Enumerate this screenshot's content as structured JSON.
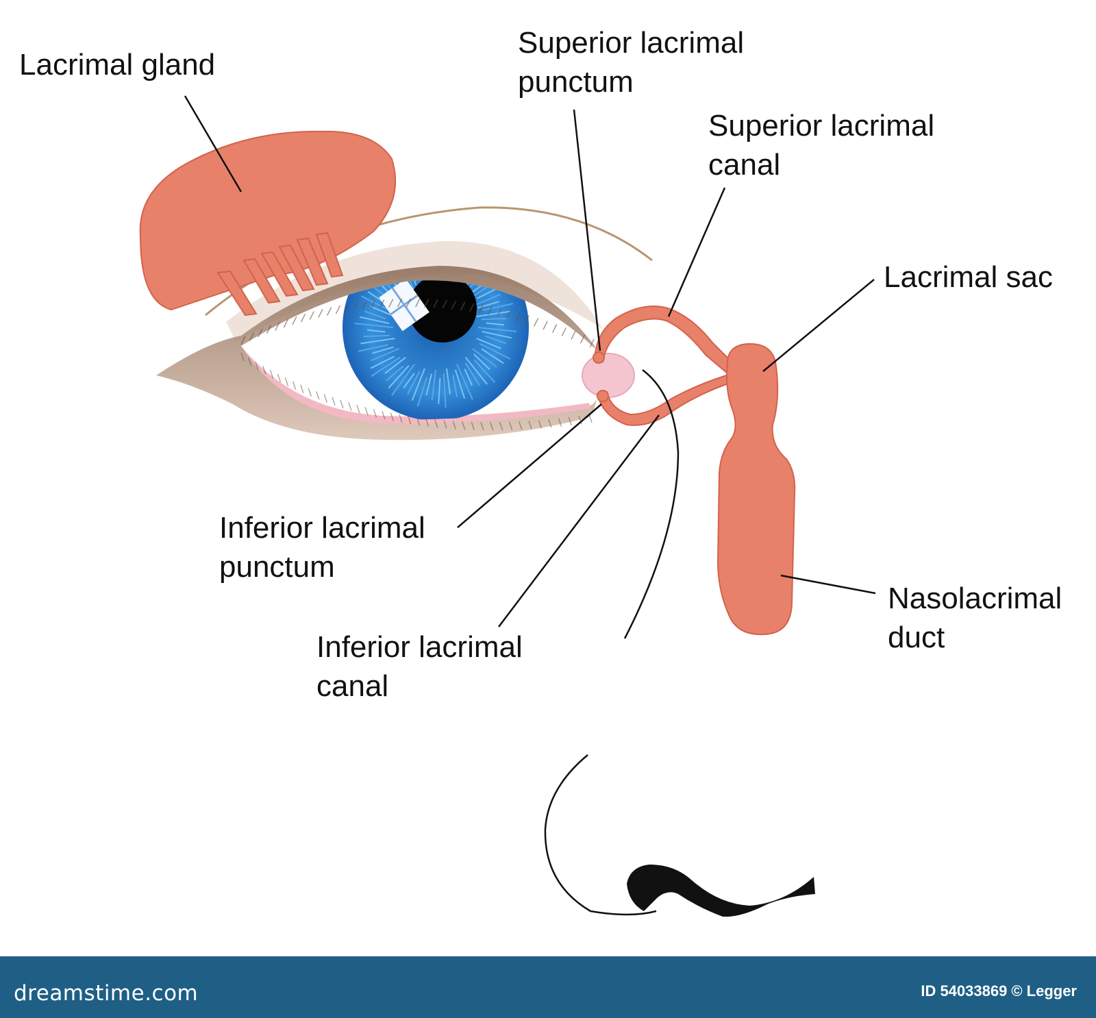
{
  "colors": {
    "gland": "#e8816a",
    "gland_stroke": "#d3624b",
    "iris": "#2d86d4",
    "skin_shadow": "#b88a6c",
    "footer": "#1f5f86"
  },
  "labels": {
    "lacrimal_gland": [
      "Lacrimal gland"
    ],
    "superior_punctum": [
      "Superior lacrimal",
      "punctum"
    ],
    "superior_canal": [
      "Superior lacrimal",
      "canal"
    ],
    "lacrimal_sac": [
      "Lacrimal sac"
    ],
    "inferior_punctum": [
      "Inferior lacrimal",
      "punctum"
    ],
    "inferior_canal": [
      "Inferior lacrimal",
      "canal"
    ],
    "nasolacrimal_duct": [
      "Nasolacrimal",
      "duct"
    ]
  },
  "footer": {
    "brand": "dreamstime.com",
    "id_text": "ID 54033869",
    "credit": "© Legger"
  }
}
